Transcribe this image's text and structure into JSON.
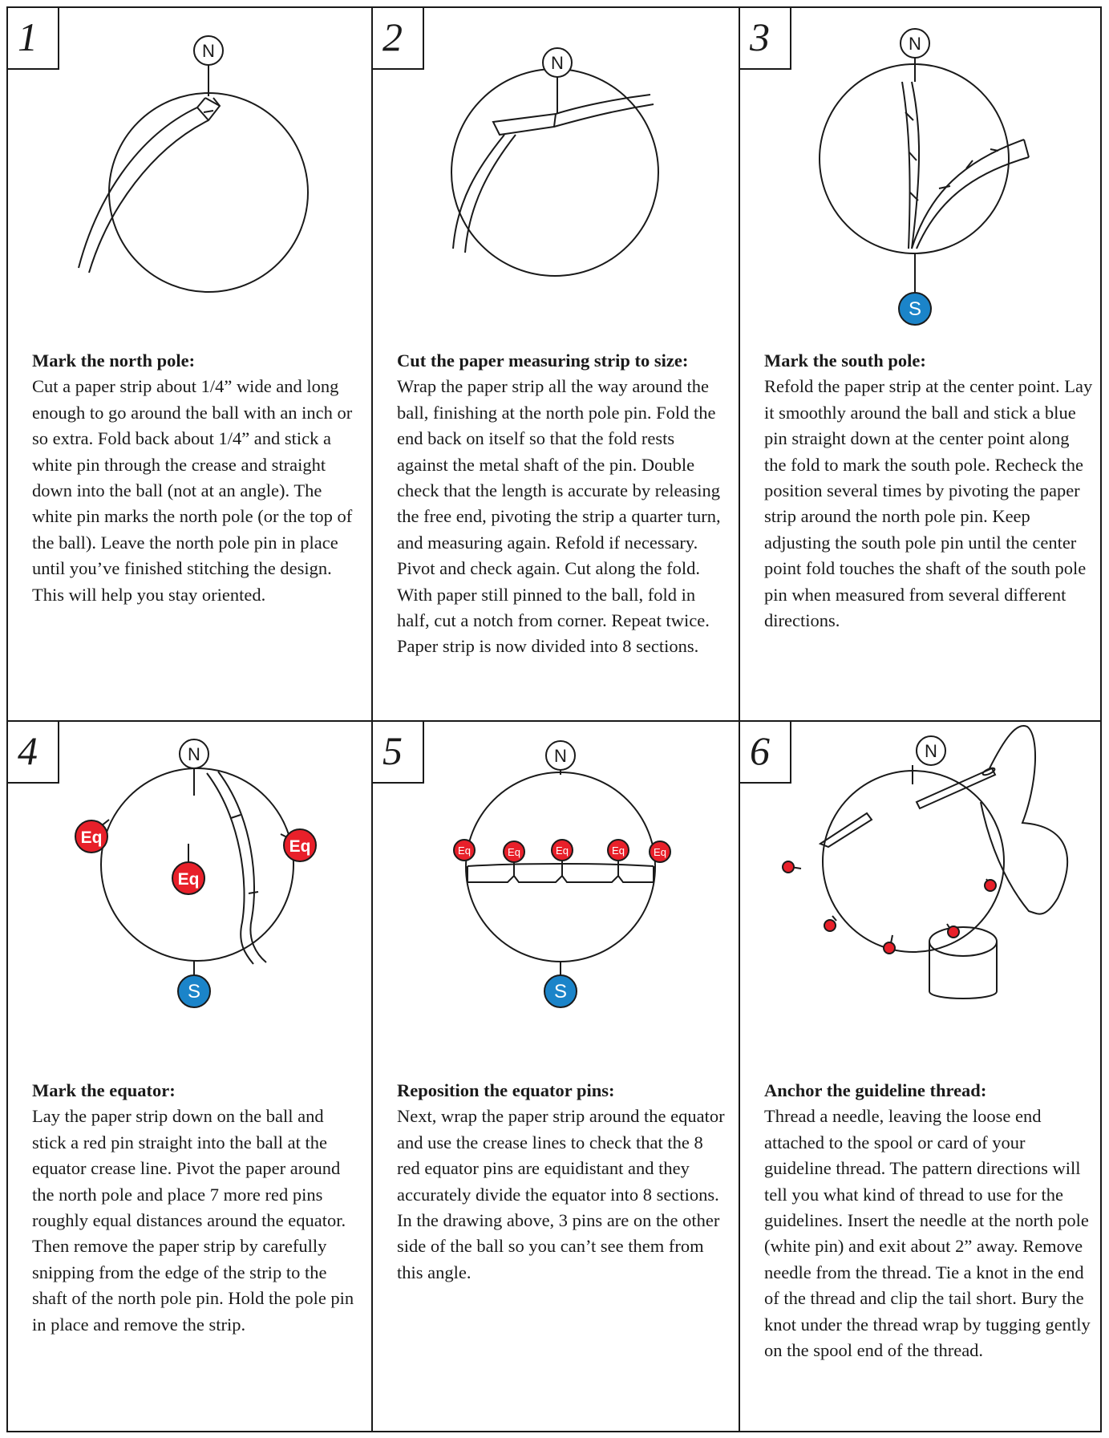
{
  "panels": [
    {
      "number": "1",
      "title": "Mark the north pole:",
      "text": "Cut a paper strip about 1/4” wide and long enough to go around the ball with an inch or so extra. Fold back about 1/4” and stick a white pin through the crease and straight down into the ball (not at an angle). The white pin marks the north pole (or the top of the ball). Leave the north pole pin in place until you’ve finished stitching the design. This will help you stay oriented."
    },
    {
      "number": "2",
      "title": "Cut the paper measuring strip to size:",
      "text": "Wrap the paper strip all the way around the ball, finishing at the north pole pin. Fold the end back on itself so that the fold rests against the metal shaft of the pin. Double check that the length is accurate by releasing the free end, pivoting the strip a quarter turn, and measuring again. Refold if necessary. Pivot and check again. Cut along the fold. With paper still pinned to the ball, fold in half, cut a notch from corner. Repeat twice. Paper strip is now divided into 8 sections."
    },
    {
      "number": "3",
      "title": "Mark the south pole:",
      "text": "Refold the paper strip at the center point. Lay it smoothly around the ball and stick a blue pin straight down at the center point along the fold to mark the south pole. Recheck the position several times by pivoting the paper strip around the north pole pin. Keep adjusting the south pole pin until the center point fold touches the shaft of the south pole pin when measured from several different directions."
    },
    {
      "number": "4",
      "title": "Mark the equator:",
      "text": "Lay the paper strip down on the ball and stick a red pin straight into the ball at the equator crease line. Pivot the paper around the north pole and place 7 more red pins roughly equal distances around the equator. Then remove the paper strip by carefully snipping from the edge of the strip to the shaft of the north pole pin. Hold the pole pin in place and remove the strip."
    },
    {
      "number": "5",
      "title": "Reposition the equator pins:",
      "text": "Next, wrap the paper strip around the equator and use the crease lines to check that the 8 red equator pins are equidistant and they accurately divide the equator into 8 sections. In the drawing above, 3 pins are on the other side of the ball so you can’t see them from this angle."
    },
    {
      "number": "6",
      "title": "Anchor the guideline thread:",
      "text": "Thread a needle, leaving the loose end attached to the spool or card of your guideline thread. The pattern directions will tell you what kind of thread to use for the guidelines. Insert the needle at the north pole (white pin) and exit about 2” away.  Remove needle from the thread. Tie a knot in the end of the thread and clip the tail short. Bury the knot under the thread wrap by tugging gently on the spool end of the thread."
    }
  ],
  "labels": {
    "north": "N",
    "south": "S",
    "equator": "Eq"
  },
  "colors": {
    "pin_red": "#e8202a",
    "pin_blue": "#1b84c9",
    "line": "#1a1a1a"
  }
}
